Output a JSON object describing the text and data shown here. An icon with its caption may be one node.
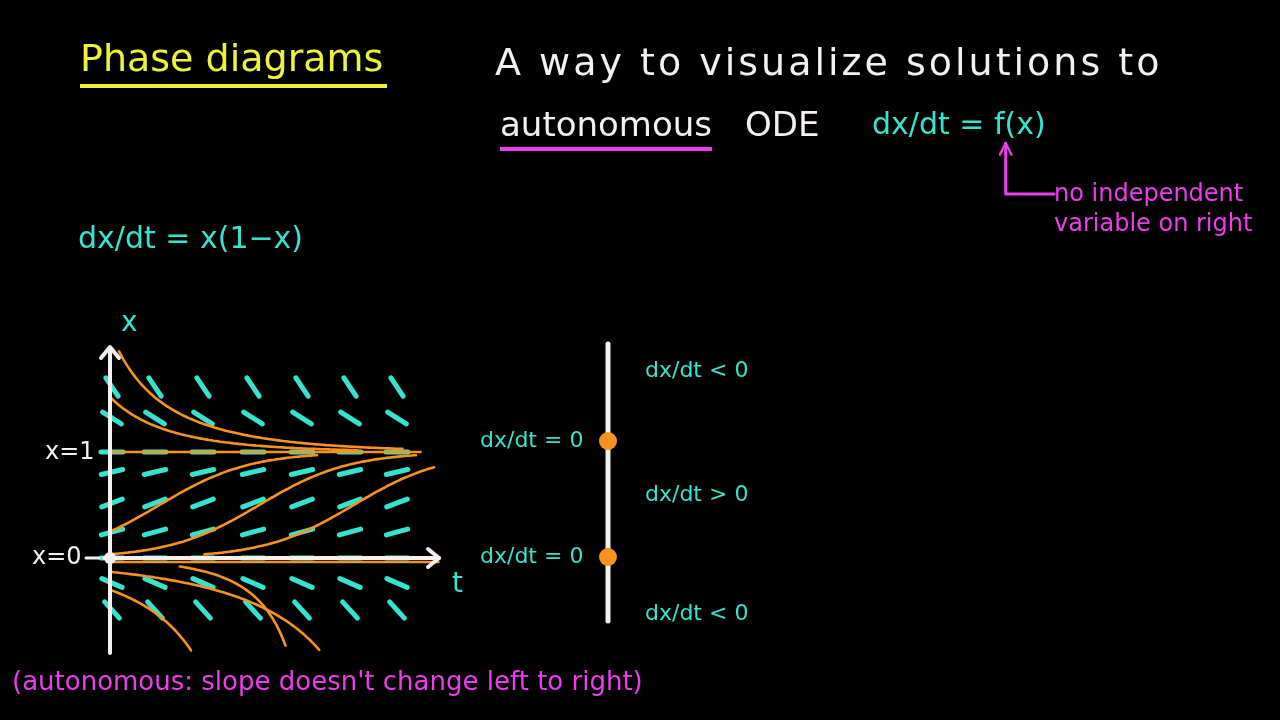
{
  "diagram": {
    "title": "Phase diagrams",
    "nodes": [
      {
        "text": [
          "dx/dt = f(x)"
        ]
      },
      {
        "text": [
          "no independent variable on right"
        ]
      }
    ],
    "edges": [
      {
        "from": 1,
        "to": 0,
        "arrow": "to"
      }
    ],
    "labels": [
      "A way to visualize solutions to",
      "autonomous",
      "ODE",
      "dx/dt = x(1−x)",
      "x",
      "dx/dt < 0",
      "x=1",
      "dx/dt = 0",
      "dx/dt > 0",
      "x=0",
      "dx/dt = 0",
      "t",
      "dx/dt < 0",
      "(autonomous: slope doesn't change left to right)"
    ]
  }
}
